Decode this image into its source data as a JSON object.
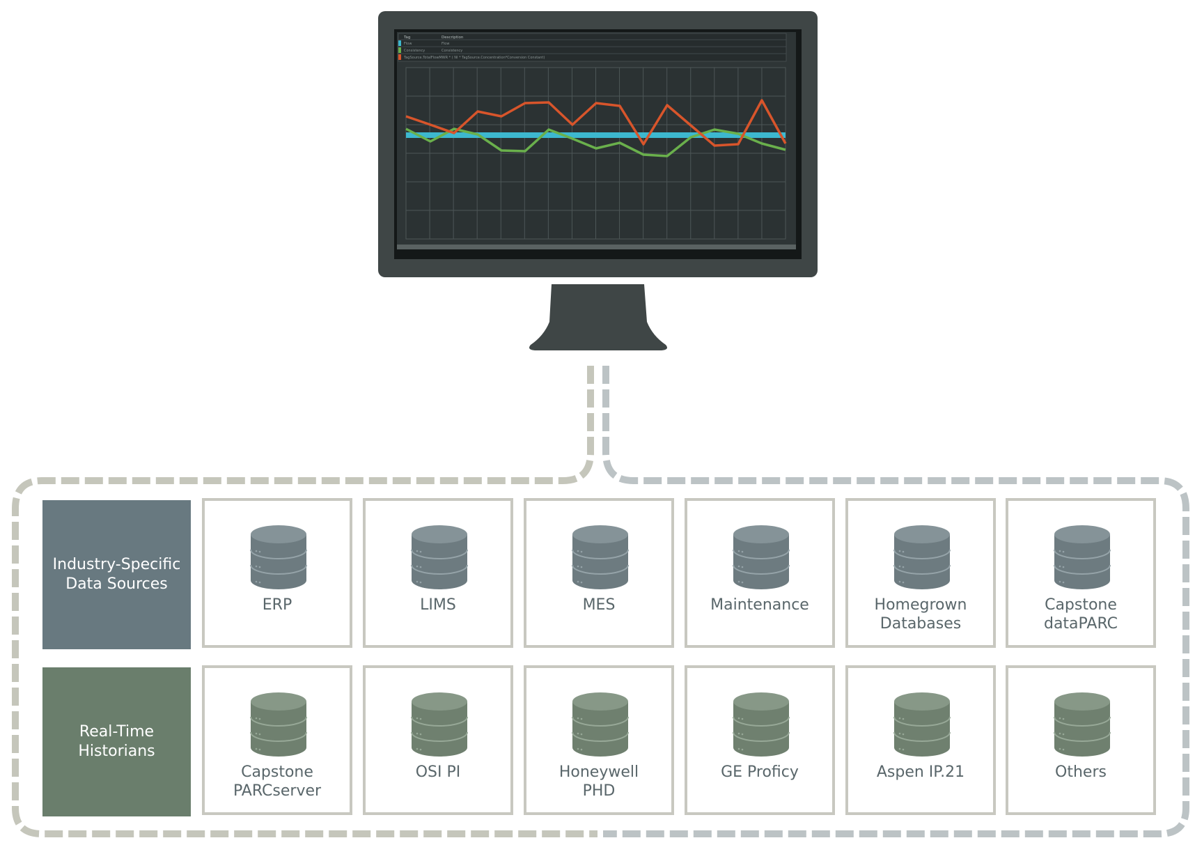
{
  "monitor": {
    "table": {
      "headers": [
        "Tag",
        "Description"
      ],
      "rows": [
        {
          "tag": "Flow",
          "description": "Flow",
          "color": "#3db8cf"
        },
        {
          "tag": "Consistency",
          "description": "Consistency",
          "color": "#6ab04c"
        },
        {
          "tag": "TagSource.TotalFlowMWR * ( NI * TagSource.Concentration*Conversion Constant)",
          "description": "",
          "color": "#d8552b"
        }
      ]
    },
    "colors": {
      "flow": "#3db8cf",
      "consistency": "#6ab04c",
      "formula": "#d8552b"
    }
  },
  "rows": [
    {
      "header": "Industry-Specific\nData Sources",
      "color": "#687980",
      "db_color": "#6d7b80",
      "sources": [
        "ERP",
        "LIMS",
        "MES",
        "Maintenance",
        "Homegrown\nDatabases",
        "Capstone\ndataPARC"
      ]
    },
    {
      "header": "Real-Time\nHistorians",
      "color": "#6a7e6c",
      "db_color": "#6f806f",
      "sources": [
        "Capstone\nPARCserver",
        "OSI PI",
        "Honeywell\nPHD",
        "GE Proficy",
        "Aspen IP.21",
        "Others"
      ]
    }
  ]
}
